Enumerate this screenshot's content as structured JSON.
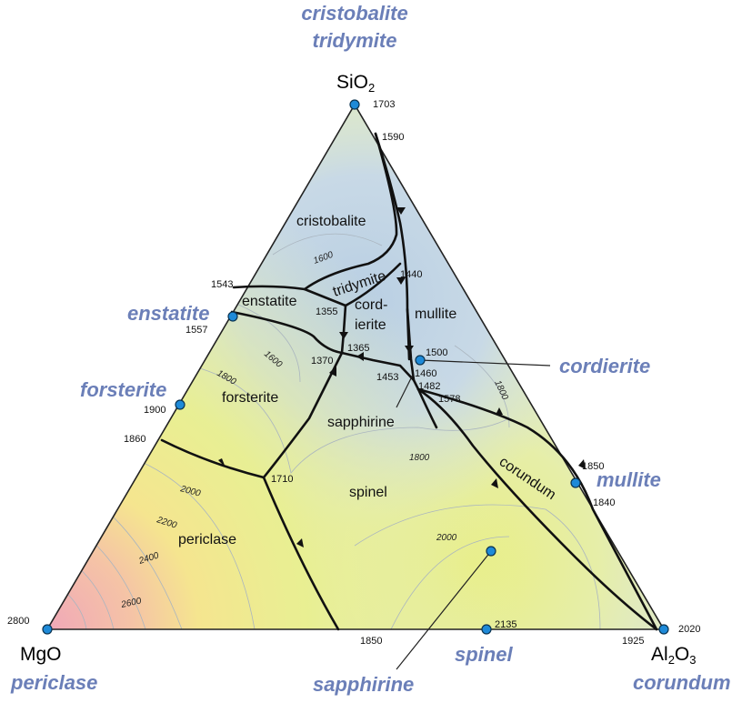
{
  "vertices": {
    "top": {
      "formula": "SiO",
      "sub": "2",
      "minerals": [
        "cristobalite",
        "tridymite"
      ],
      "temp": "1703"
    },
    "left": {
      "formula": "MgO",
      "mineral": "periclase",
      "temp": "2800"
    },
    "right": {
      "formula": "Al",
      "sub1": "2",
      "mid": "O",
      "sub2": "3",
      "mineral": "corundum",
      "temp": "2020"
    }
  },
  "side_minerals": {
    "enstatite": "enstatite",
    "forsterite": "forsterite",
    "cordierite": "cordierite",
    "mullite": "mullite",
    "spinel": "spinel",
    "sapphirine": "sapphirine"
  },
  "fields": {
    "cristobalite": "cristobalite",
    "tridymite": "tridymite",
    "enstatite": "enstatite",
    "cordierite_1": "cord-",
    "cordierite_2": "ierite",
    "mullite": "mullite",
    "forsterite": "forsterite",
    "sapphirine": "sapphirine",
    "spinel": "spinel",
    "corundum": "corundum",
    "periclase": "periclase"
  },
  "temperatures": {
    "t1590": "1590",
    "t1543": "1543",
    "t1557": "1557",
    "t1440": "1440",
    "t1355": "1355",
    "t1365": "1365",
    "t1370": "1370",
    "t1500": "1500",
    "t1453": "1453",
    "t1460": "1460",
    "t1482": "1482",
    "t1578": "1578",
    "t1900": "1900",
    "t1860": "1860",
    "t1710": "1710",
    "t1850_right": "1850",
    "t1840": "1840",
    "t1850_bottom": "1850",
    "t2135": "2135",
    "t1925": "1925"
  },
  "isotherms": {
    "i1600_a": "1600",
    "i1600_b": "1600",
    "i1800_a": "1800",
    "i1800_b": "1800",
    "i1800_c": "1800",
    "i2000_a": "2000",
    "i2000_b": "2000",
    "i2200": "2200",
    "i2400": "2400",
    "i2600": "2600"
  },
  "colors": {
    "mineral_label": "#6b7fb8",
    "point_fill": "#1e8ad8",
    "low_temp": "#c7d8e6",
    "mid_temp": "#e3ecb6",
    "high_temp": "#eef07a",
    "hottest": "#f0a8b8"
  }
}
